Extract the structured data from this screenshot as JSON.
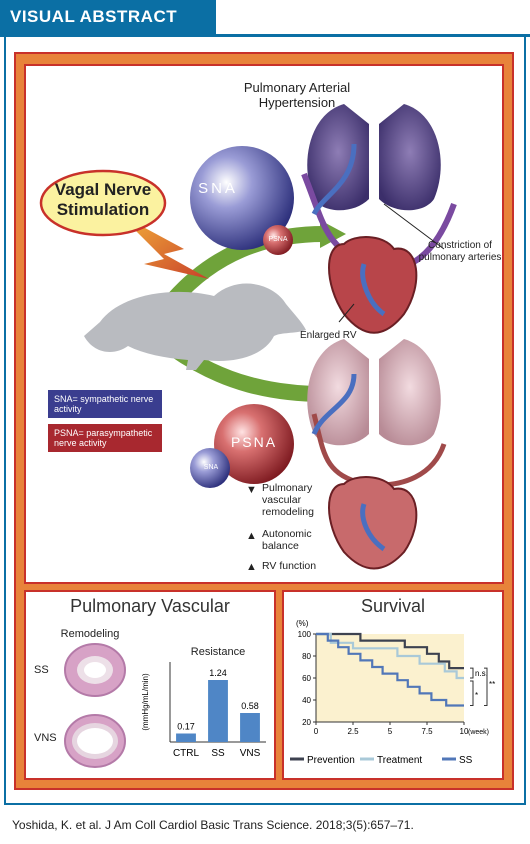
{
  "header": {
    "title": "VISUAL ABSTRACT"
  },
  "top_panel": {
    "callout": "Vagal Nerve Stimulation",
    "pah_title": "Pulmonary Arterial Hypertension",
    "sna_sphere": "SNA",
    "psna_small": "PSNA",
    "psna_sphere": "PSNA",
    "sna_small": "SNA",
    "constriction_label": "Constriction of pulmonary arteries",
    "enlarged_rv_label": "Enlarged RV",
    "legend": {
      "sna": "SNA= sympathetic nerve activity",
      "psna": "PSNA= parasympathetic nerve activity"
    },
    "outcomes": [
      {
        "arrow": "down",
        "text": "Pulmonary vascular remodeling"
      },
      {
        "arrow": "up",
        "text": "Autonomic balance"
      },
      {
        "arrow": "up",
        "text": "RV function"
      }
    ],
    "colors": {
      "sna": "#3a3d8f",
      "psna": "#a8282f",
      "arrow_green": "#6fa33a",
      "callout_fill": "#fbf2a0"
    }
  },
  "pulmonary_vascular": {
    "title": "Pulmonary Vascular",
    "remodeling_title": "Remodeling",
    "groups": [
      "SS",
      "VNS"
    ],
    "resistance_title": "Resistance",
    "unit_label": "(mmHg/mL/min)"
  },
  "survival": {
    "title": "Survival",
    "y_unit": "(%)",
    "x_unit": "(week)",
    "significance": [
      "n.s.",
      "**",
      "*"
    ],
    "legend": [
      "Prevention",
      "Treatment",
      "SS"
    ]
  },
  "chart_data": [
    {
      "type": "bar",
      "title": "Resistance",
      "ylabel": "(mmHg/mL/min)",
      "categories": [
        "CTRL",
        "SS",
        "VNS"
      ],
      "values": [
        0.17,
        1.24,
        0.58
      ],
      "data_labels": [
        "0.17",
        "1.24",
        "0.58"
      ],
      "ylim": [
        0,
        1.6
      ],
      "color": "#4f86c6"
    },
    {
      "type": "line",
      "title": "Survival",
      "ylabel": "(%)",
      "xlabel": "(week)",
      "xlim": [
        0,
        10
      ],
      "ylim": [
        20,
        100
      ],
      "xticks": [
        0,
        2.5,
        5,
        7.5,
        10
      ],
      "yticks": [
        20,
        40,
        60,
        80,
        100
      ],
      "series": [
        {
          "name": "Prevention",
          "color": "#3d4250",
          "points": [
            [
              0,
              100
            ],
            [
              3,
              100
            ],
            [
              3,
              94
            ],
            [
              6,
              94
            ],
            [
              6,
              88
            ],
            [
              7.5,
              88
            ],
            [
              7.5,
              82
            ],
            [
              8.3,
              82
            ],
            [
              8.3,
              75
            ],
            [
              9,
              75
            ],
            [
              9,
              69
            ],
            [
              10,
              69
            ]
          ]
        },
        {
          "name": "Treatment",
          "color": "#a9c9d8",
          "points": [
            [
              0,
              100
            ],
            [
              1,
              100
            ],
            [
              1,
              92
            ],
            [
              2.5,
              92
            ],
            [
              2.5,
              87
            ],
            [
              5.5,
              87
            ],
            [
              5.5,
              80
            ],
            [
              7,
              80
            ],
            [
              7,
              73
            ],
            [
              8.7,
              73
            ],
            [
              8.7,
              66
            ],
            [
              9.5,
              66
            ],
            [
              9.5,
              60
            ],
            [
              10,
              60
            ]
          ]
        },
        {
          "name": "SS",
          "color": "#5177b8",
          "points": [
            [
              0,
              100
            ],
            [
              0.8,
              100
            ],
            [
              0.8,
              94
            ],
            [
              1.5,
              94
            ],
            [
              1.5,
              88
            ],
            [
              2.2,
              88
            ],
            [
              2.2,
              82
            ],
            [
              3,
              82
            ],
            [
              3,
              76
            ],
            [
              3.8,
              76
            ],
            [
              3.8,
              70
            ],
            [
              4.5,
              70
            ],
            [
              4.5,
              64
            ],
            [
              5.5,
              64
            ],
            [
              5.5,
              58
            ],
            [
              6.2,
              58
            ],
            [
              6.2,
              52
            ],
            [
              7,
              52
            ],
            [
              7,
              46
            ],
            [
              7.8,
              46
            ],
            [
              7.8,
              40
            ],
            [
              8.8,
              40
            ],
            [
              8.8,
              35
            ],
            [
              10,
              35
            ]
          ]
        }
      ]
    }
  ],
  "citation": "Yoshida, K. et al. J Am Coll Cardiol Basic Trans Science. 2018;3(5):657–71."
}
